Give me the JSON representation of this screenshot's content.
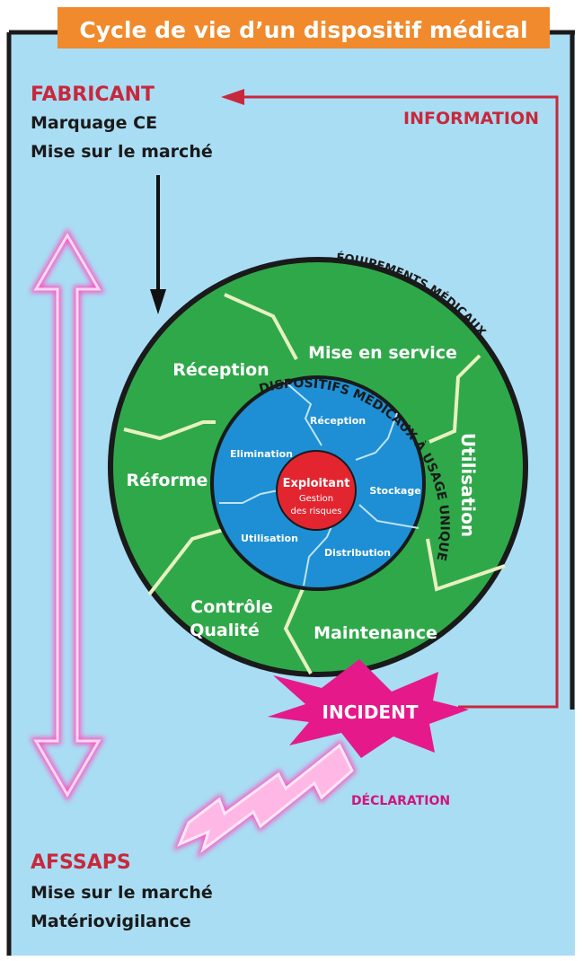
{
  "title": "Cycle de vie d’un dispositif médical",
  "fabricant": {
    "heading": "FABRICANT",
    "line1": "Marquage CE",
    "line2": "Mise sur le marché"
  },
  "information": "INFORMATION",
  "outer_ring": {
    "arc_label": "ÉQUIPEMENTS MÉDICAUX",
    "reception": "Réception",
    "mise_en_service": "Mise en service",
    "utilisation": "Utilisation",
    "maintenance": "Maintenance",
    "controle_1": "Contrôle",
    "controle_2": "Qualité",
    "reforme": "Réforme"
  },
  "inner_ring": {
    "arc_label": "DISPOSITIFS MÉDICAUX À USAGE UNIQUE",
    "reception": "Réception",
    "stockage": "Stockage",
    "distribution": "Distribution",
    "utilisation": "Utilisation",
    "elimination": "Elimination"
  },
  "center": {
    "title": "Exploitant",
    "line1": "Gestion",
    "line2": "des risques"
  },
  "incident": "INCIDENT",
  "declaration": "DÉCLARATION",
  "afssaps": {
    "heading": "AFSSAPS",
    "line1": "Mise sur le marché",
    "line2": "Matériovigilance"
  },
  "colors": {
    "background": "#a9ddf4",
    "border": "#1a1a1a",
    "title_bar": "#f08a2c",
    "red_heading": "#c8283c",
    "info_arrow": "#c8283c",
    "outer_green": "#2fa84a",
    "inner_blue": "#1e8fd4",
    "center_red": "#e32530",
    "incident_pink": "#e6198a",
    "declaration": "#d0157a",
    "neon_arrow": "#ff7fd0"
  }
}
